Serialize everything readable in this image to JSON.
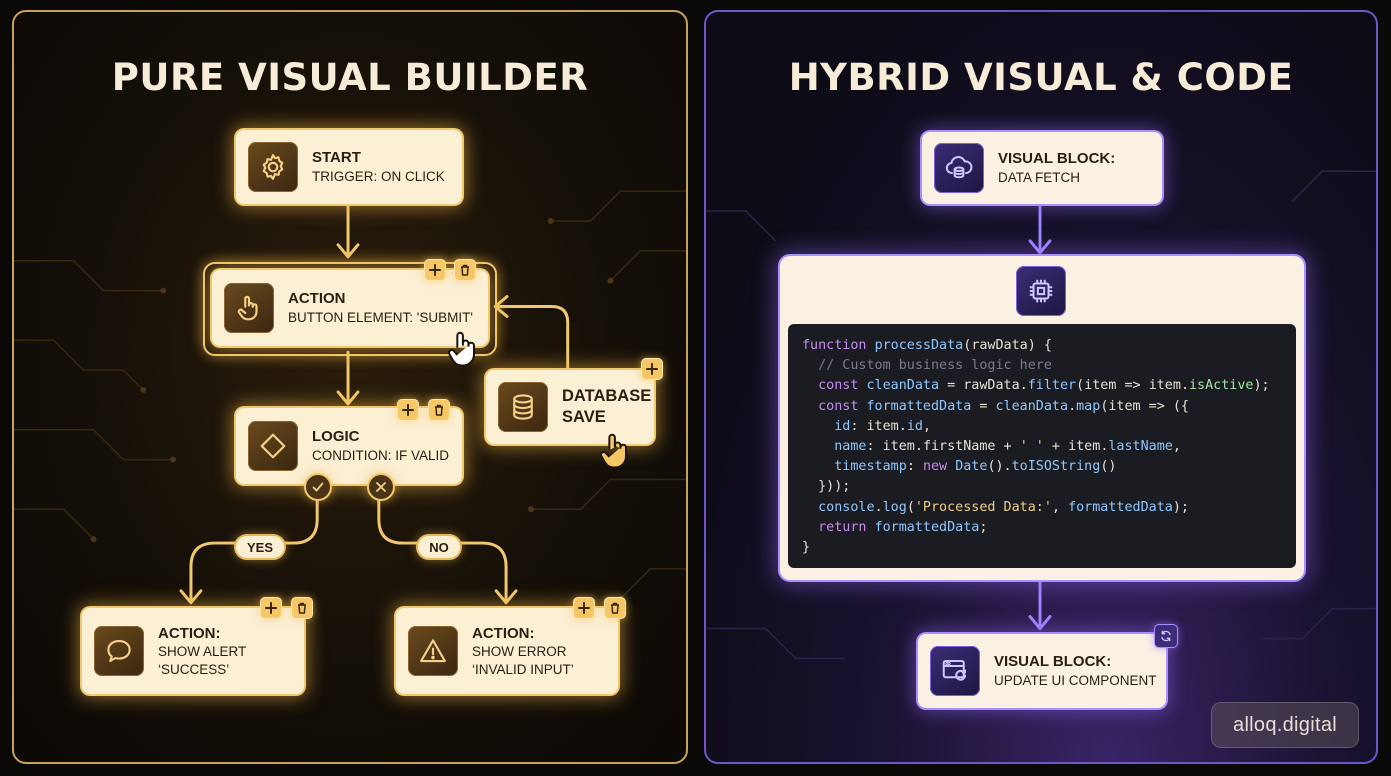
{
  "left_panel": {
    "title": "PURE VISUAL BUILDER",
    "nodes": {
      "start": {
        "title": "START",
        "subtitle": "TRIGGER: ON CLICK",
        "icon": "gear-icon"
      },
      "action": {
        "title": "ACTION",
        "subtitle": "BUTTON ELEMENT: 'SUBMIT'",
        "icon": "hand-pointer-icon"
      },
      "database": {
        "line1": "DATABASE",
        "line2": "SAVE",
        "icon": "database-icon"
      },
      "logic": {
        "title": "LOGIC",
        "subtitle": "CONDITION: IF VALID",
        "icon": "diamond-icon"
      },
      "alert": {
        "title": "ACTION:",
        "line2": "SHOW ALERT",
        "line3": "‘SUCCESS’",
        "icon": "speech-bubble-icon"
      },
      "error": {
        "title": "ACTION:",
        "line2": "SHOW ERROR",
        "line3": "‘INVALID INPUT’",
        "icon": "warning-icon"
      }
    },
    "branches": {
      "yes": "YES",
      "no": "NO"
    }
  },
  "right_panel": {
    "title": "HYBRID VISUAL & CODE",
    "nodes": {
      "fetch": {
        "title": "VISUAL BLOCK:",
        "subtitle": "DATA FETCH",
        "icon": "cloud-database-icon"
      },
      "update": {
        "title": "VISUAL BLOCK:",
        "subtitle": "UPDATE UI COMPONENT",
        "icon": "window-refresh-icon"
      }
    },
    "code_icon": "cpu-chip-icon",
    "code_lines": [
      "function processData(rawData) {",
      "  // Custom business logic here",
      "  const cleanData = rawData.filter(item => item.isActive);",
      "  const formattedData = cleanData.map(item => ({",
      "    id: item.id,",
      "    name: item.firstName + ' ' + item.lastName,",
      "    timestamp: new Date().toISOString()",
      "  }));",
      "  console.log('Processed Data:', formattedData);",
      "  return formattedData;",
      "}"
    ]
  },
  "watermark": "alloq.digital",
  "colors": {
    "gold_accent": "#f2c86e",
    "violet_accent": "#a890ff",
    "node_fill": "#fbefd4",
    "code_bg": "#1b1b22"
  }
}
